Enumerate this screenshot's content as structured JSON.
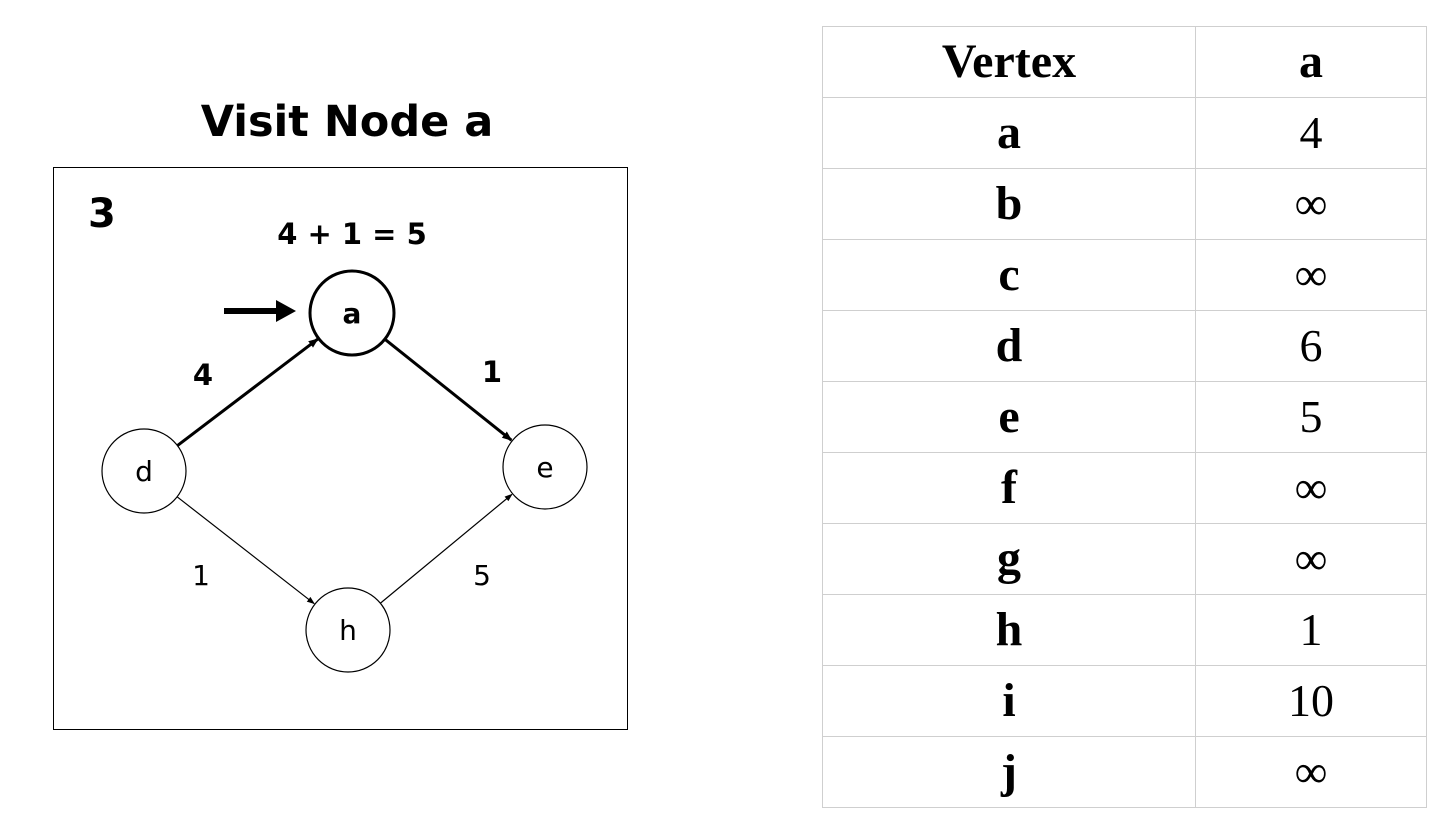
{
  "title": "Visit Node a",
  "step": "3",
  "calculation": "4 + 1 = 5",
  "current_node": "a",
  "nodes": [
    {
      "id": "a",
      "label": "a",
      "highlight": true
    },
    {
      "id": "d",
      "label": "d",
      "highlight": false
    },
    {
      "id": "e",
      "label": "e",
      "highlight": false
    },
    {
      "id": "h",
      "label": "h",
      "highlight": false
    }
  ],
  "edges": [
    {
      "from": "d",
      "to": "a",
      "weight": "4",
      "highlight": true
    },
    {
      "from": "a",
      "to": "e",
      "weight": "1",
      "highlight": true
    },
    {
      "from": "d",
      "to": "h",
      "weight": "1",
      "highlight": false
    },
    {
      "from": "h",
      "to": "e",
      "weight": "5",
      "highlight": false
    }
  ],
  "table": {
    "headers": [
      "Vertex",
      "a"
    ],
    "rows": [
      {
        "vertex": "a",
        "distance": "4"
      },
      {
        "vertex": "b",
        "distance": "∞"
      },
      {
        "vertex": "c",
        "distance": "∞"
      },
      {
        "vertex": "d",
        "distance": "6"
      },
      {
        "vertex": "e",
        "distance": "5"
      },
      {
        "vertex": "f",
        "distance": "∞"
      },
      {
        "vertex": "g",
        "distance": "∞"
      },
      {
        "vertex": "h",
        "distance": "1"
      },
      {
        "vertex": "i",
        "distance": "10"
      },
      {
        "vertex": "j",
        "distance": "∞"
      }
    ]
  }
}
